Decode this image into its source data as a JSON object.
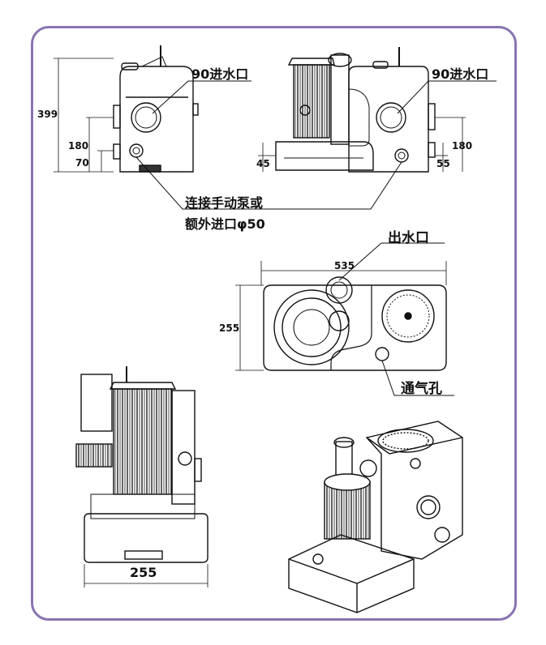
{
  "labels": {
    "inlet_left": "90进水口",
    "inlet_right": "90进水口",
    "connect_line1": "连接手动泵或",
    "connect_line2": "额外进口φ50",
    "outlet": "出水口",
    "vent": "通气孔"
  },
  "dimensions": {
    "total_height": "399",
    "inlet_height_left": "180",
    "aux_height_left": "70",
    "aux_height_right": "45",
    "inlet_height_right": "180",
    "aux_height_right2": "55",
    "top_width": "535",
    "top_depth": "255",
    "side_width": "255"
  },
  "colors": {
    "frame": "#8a74b2",
    "line": "#111111"
  }
}
